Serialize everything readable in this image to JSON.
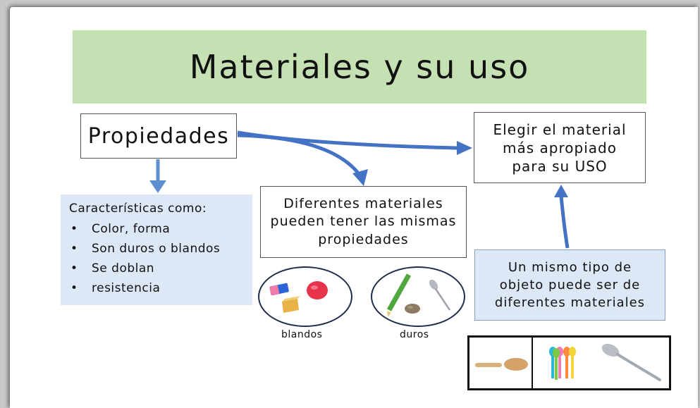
{
  "title": "Materiales y su uso",
  "nodes": {
    "propiedades": "Propiedades",
    "elegir": [
      "Elegir el material",
      "más apropiado",
      "para su USO"
    ],
    "diferentes": [
      "Diferentes materiales",
      "pueden tener las mismas",
      "propiedades"
    ],
    "caracteristicas": {
      "intro": "Características como:",
      "items": [
        "Color, forma",
        "Son duros o blandos",
        "Se doblan",
        "resistencia"
      ]
    },
    "mismo": [
      "Un mismo tipo de",
      "objeto puede ser de",
      "diferentes materiales"
    ]
  },
  "groups": {
    "blandos": "blandos",
    "duros": "duros"
  },
  "icons": {
    "blandos_group": [
      "eraser-icon",
      "dough-ball-icon",
      "sponge-icon"
    ],
    "duros_group": [
      "pencil-icon",
      "spoon-icon",
      "stone-icon"
    ],
    "spoons_strip": [
      "wooden-spoon-icon",
      "plastic-spoons-icon",
      "metal-spoon-icon"
    ]
  },
  "colors": {
    "banner": "#c5e0b3",
    "arrow": "#4472c4",
    "light_blue_box": "#dde8f6"
  }
}
